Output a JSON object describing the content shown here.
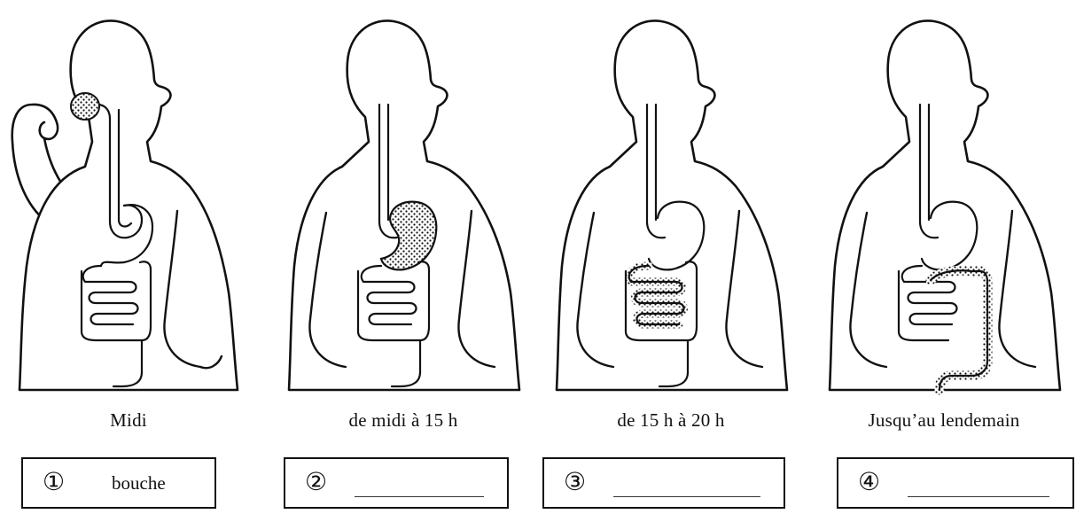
{
  "panels": [
    {
      "caption": "Midi",
      "number": "①",
      "answer": "bouche",
      "highlight": "mouth"
    },
    {
      "caption": "de midi à 15 h",
      "number": "②",
      "answer": "",
      "highlight": "stomach"
    },
    {
      "caption": "de 15 h à 20 h",
      "number": "③",
      "answer": "",
      "highlight": "small-intestine"
    },
    {
      "caption": "Jusqu’au lendemain",
      "number": "④",
      "answer": "",
      "highlight": "large-intestine"
    }
  ],
  "colors": {
    "ink": "#111111",
    "background": "#ffffff"
  }
}
